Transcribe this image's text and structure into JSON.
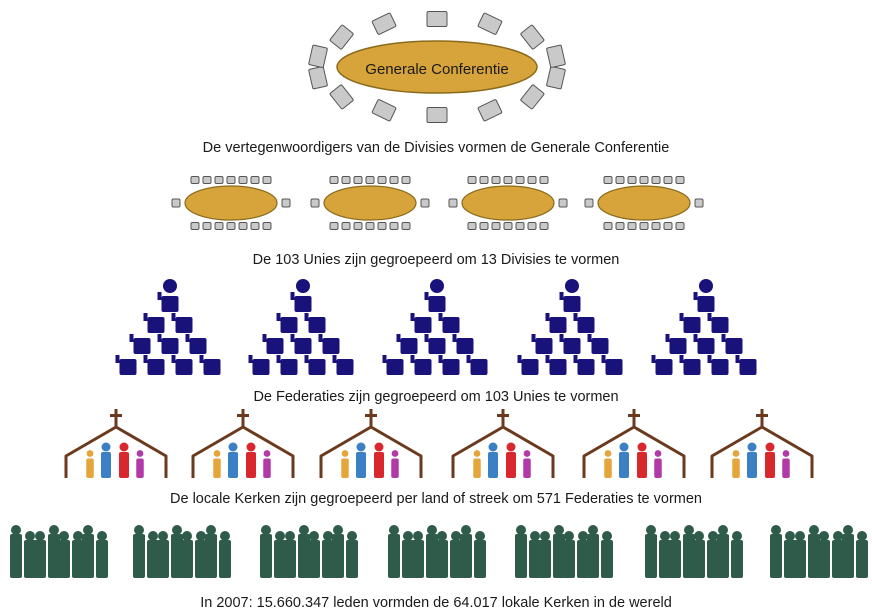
{
  "levels": {
    "conference": {
      "label": "Generale Conferentie",
      "caption": "De vertegenwoordigers van de Divisies vormen de Generale Conferentie"
    },
    "divisions": {
      "caption": "De 103 Unies zijn gegroepeerd om 13 Divisies te vormen"
    },
    "unions": {
      "caption": "De Federaties zijn gegroepeerd om 103 Unies te vormen"
    },
    "federations": {
      "caption": "De locale Kerken zijn gegroepeerd per land of streek om 571 Federaties te vormen"
    },
    "churches": {
      "caption": "In 2007: 15.660.347 leden vormden de 64.017 lokale Kerken in de wereld"
    }
  },
  "colors": {
    "table_fill": "#d6a43a",
    "table_stroke": "#8a6a1c",
    "chair_fill": "#c9c9c9",
    "chair_stroke": "#555555",
    "pyramid_fill": "#18127a",
    "church_frame": "#6b3a1e",
    "people": [
      "#e4a63a",
      "#3b7fc4",
      "#d8282e",
      "#b23aa8"
    ],
    "members": "#2f5b4a"
  }
}
